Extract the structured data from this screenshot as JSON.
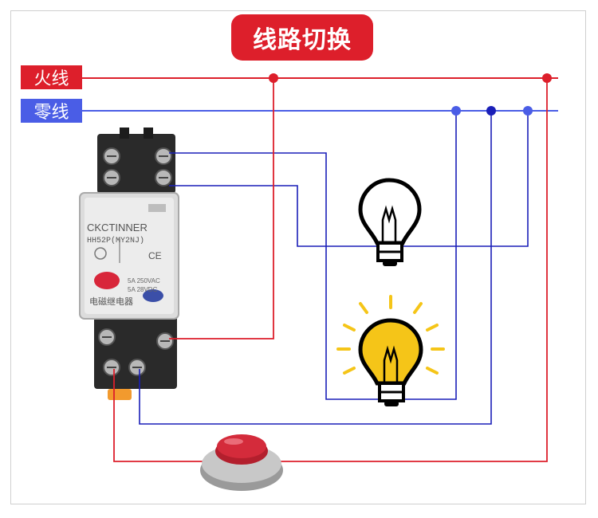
{
  "title": "线路切换",
  "live_wire_label": "火线",
  "neutral_wire_label": "零线",
  "relay": {
    "brand": "CKCTINNER",
    "model": "HH52P(MY2NJ)",
    "rating_ac": "5A 250VAC",
    "rating_dc": "5A 28VDC",
    "marking_text": "电磁继电器"
  },
  "colors": {
    "live_wire": "#dd1f2b",
    "neutral_wire": "#4a5de6",
    "control_wire": "#1a1fb8",
    "bulb_on": "#f5c518",
    "button": "#d42b3b"
  },
  "icons": {
    "bulb_off": "lightbulb-off-icon",
    "bulb_on": "lightbulb-on-icon",
    "push_button": "push-button-icon"
  }
}
